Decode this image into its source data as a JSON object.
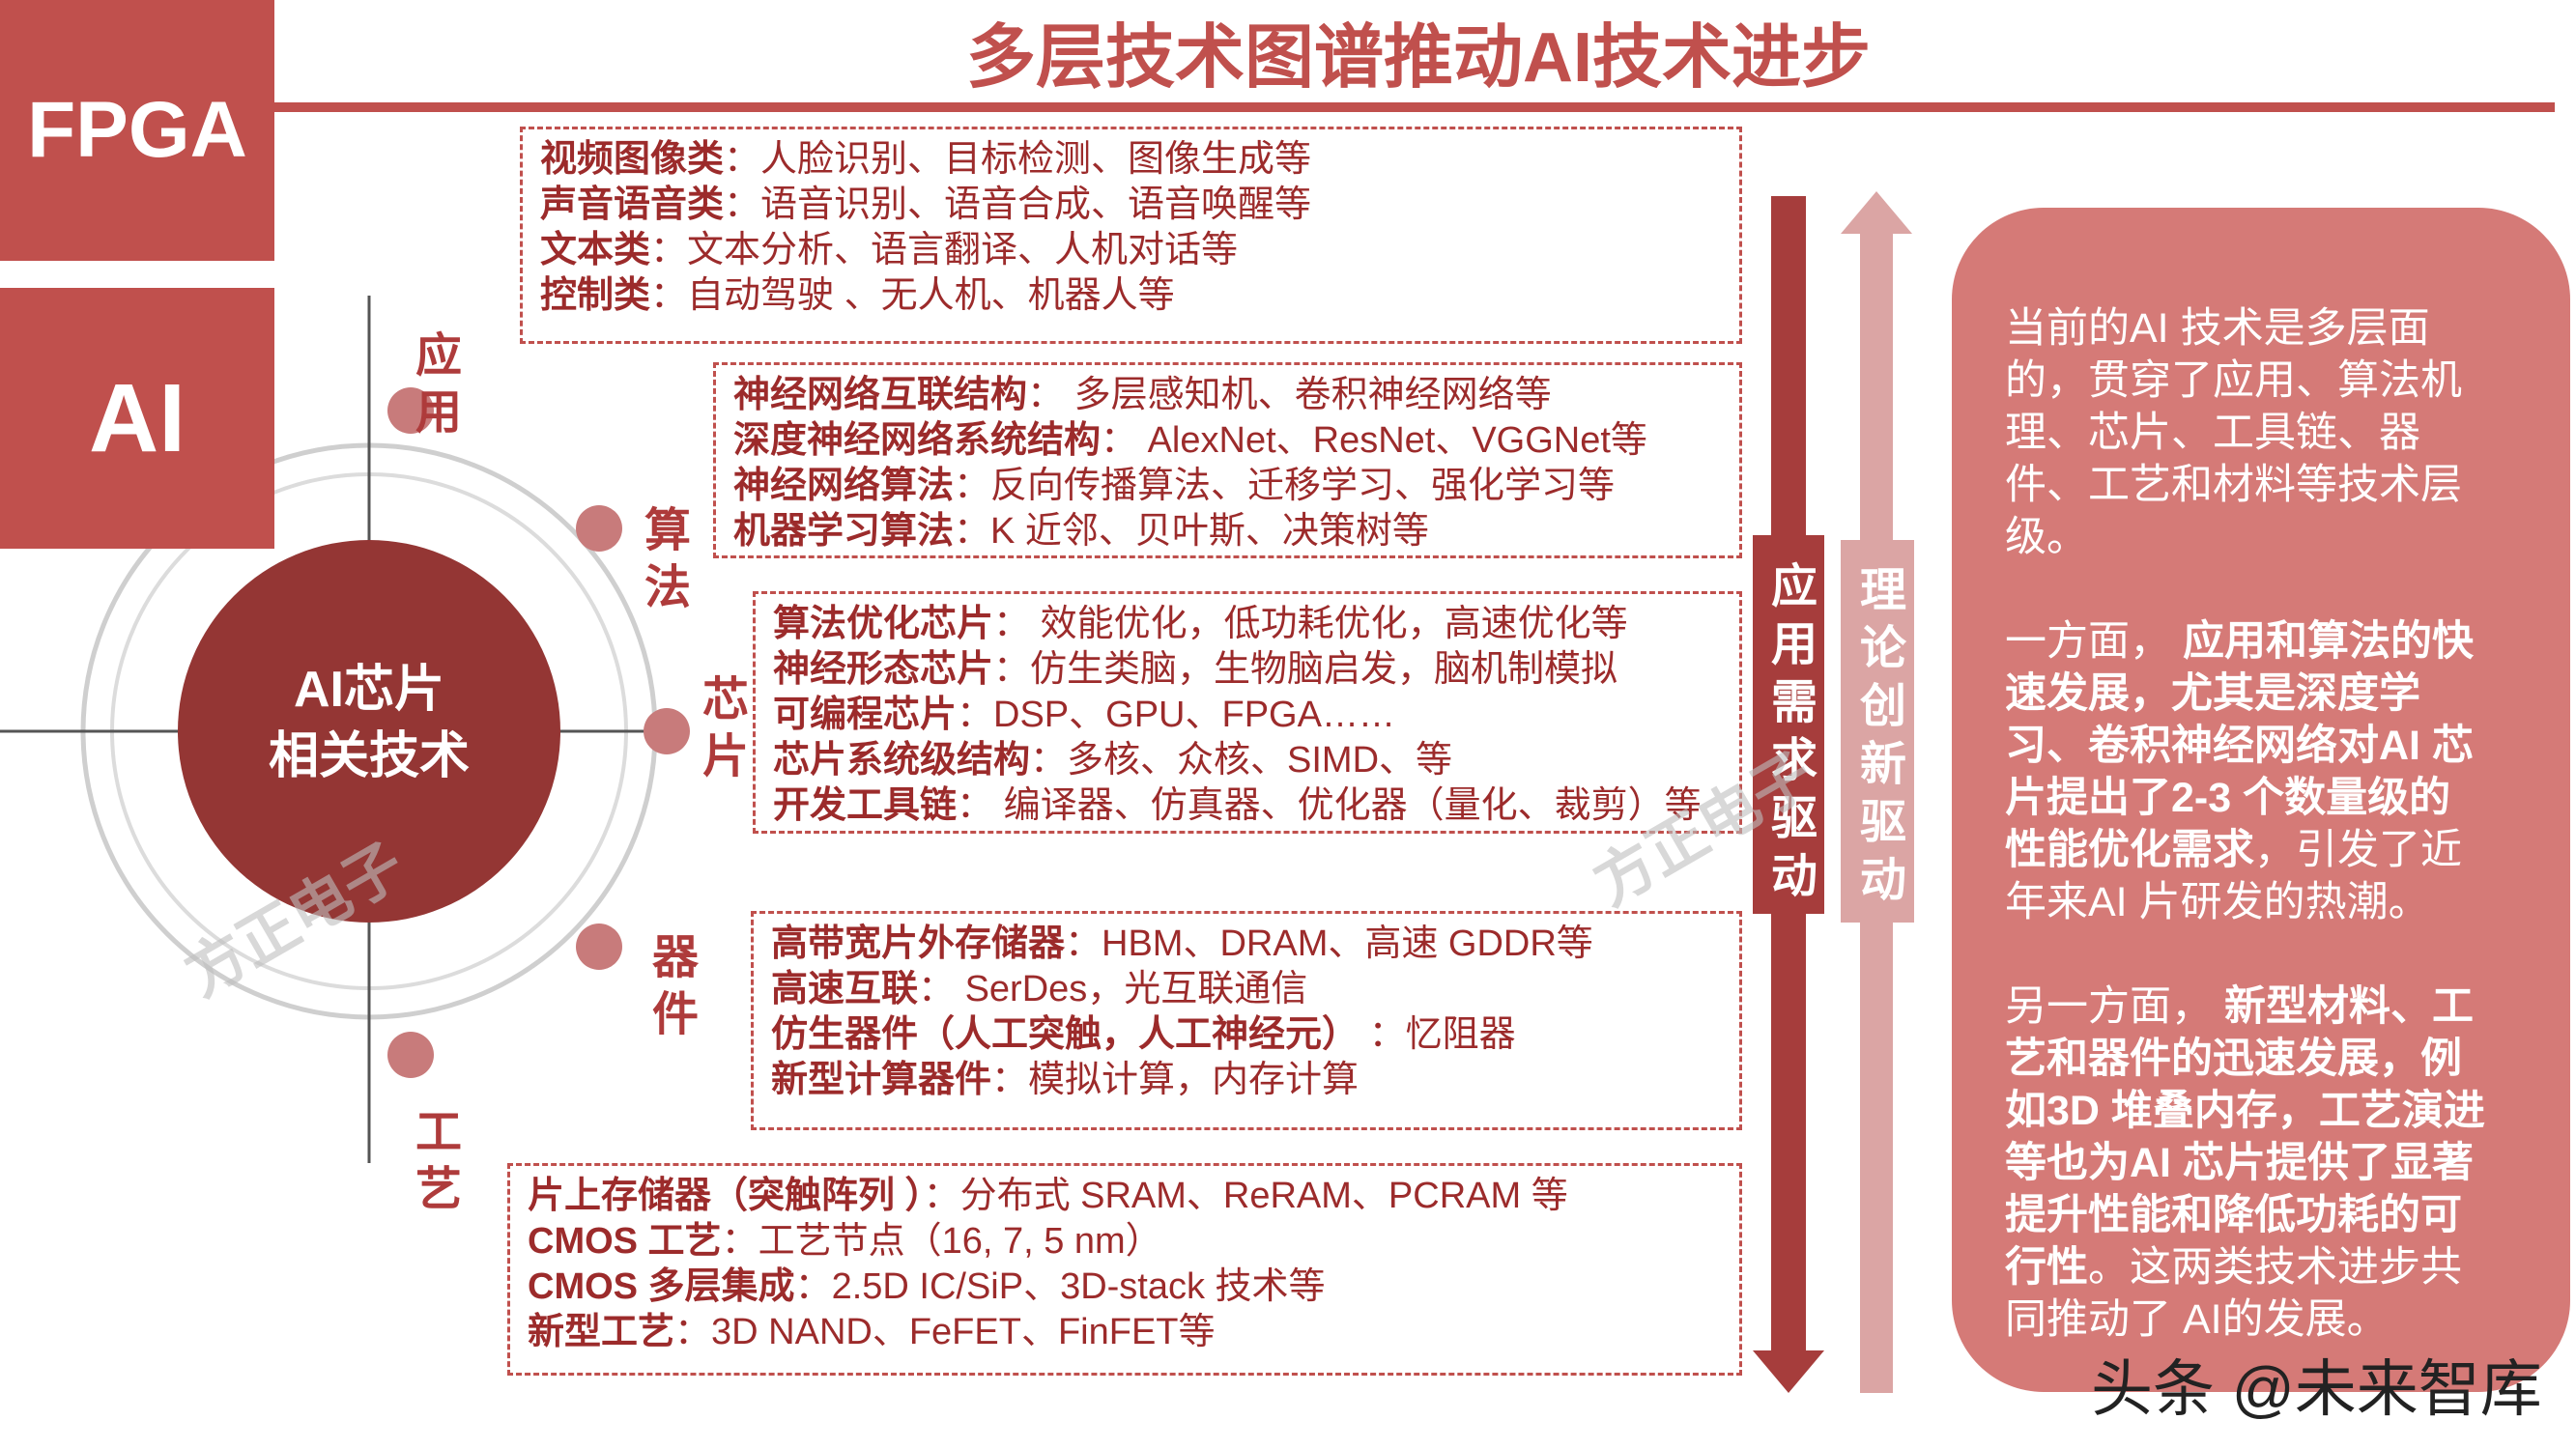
{
  "colors": {
    "primary": "#c0504d",
    "dark_circle": "#943634",
    "node_dot": "#c87b7b",
    "node_label": "#ae3b3b",
    "down_arrow": "#a63d3c",
    "up_arrow": "#dba5a4",
    "panel": "#d57a77",
    "text_red": "#9c2b2b"
  },
  "side_tabs": {
    "fpga": "FPGA",
    "ai": "AI"
  },
  "title": "多层技术图谱推动AI技术进步",
  "hub": {
    "line1": "AI芯片",
    "line2": "相关技术"
  },
  "layers": [
    {
      "label": "应用",
      "items": [
        {
          "term": "视频图像类",
          "desc": "：人脸识别、目标检测、图像生成等"
        },
        {
          "term": "声音语音类",
          "desc": "：语音识别、语音合成、语音唤醒等"
        },
        {
          "term": "文本类",
          "desc": "：文本分析、语言翻译、人机对话等"
        },
        {
          "term": "控制类",
          "desc": "：自动驾驶 、无人机、机器人等"
        }
      ]
    },
    {
      "label": "算法",
      "items": [
        {
          "term": "神经网络互联结构",
          "desc": "： 多层感知机、卷积神经网络等"
        },
        {
          "term": "深度神经网络系统结构",
          "desc": "： AlexNet、ResNet、VGGNet等"
        },
        {
          "term": "神经网络算法",
          "desc": "：反向传播算法、迁移学习、强化学习等"
        },
        {
          "term": "机器学习算法",
          "desc": "：K 近邻、贝叶斯、决策树等"
        }
      ]
    },
    {
      "label": "芯片",
      "items": [
        {
          "term": "算法优化芯片",
          "desc": "： 效能优化，低功耗优化，高速优化等"
        },
        {
          "term": "神经形态芯片",
          "desc": "：仿生类脑，生物脑启发，脑机制模拟"
        },
        {
          "term": "可编程芯片",
          "desc": "：DSP、GPU、FPGA……"
        },
        {
          "term": "芯片系统级结构",
          "desc": "：多核、众核、SIMD、等"
        },
        {
          "term": "开发工具链",
          "desc": "： 编译器、仿真器、优化器（量化、裁剪）等"
        }
      ]
    },
    {
      "label": "器件",
      "items": [
        {
          "term": "高带宽片外存储器",
          "desc": "：HBM、DRAM、高速 GDDR等"
        },
        {
          "term": "高速互联",
          "desc": "： SerDes，光互联通信"
        },
        {
          "term": "仿生器件（人工突触，人工神经元）",
          "desc": " ：忆阻器"
        },
        {
          "term": "新型计算器件",
          "desc": "：模拟计算，内存计算"
        }
      ]
    },
    {
      "label": "工艺",
      "items": [
        {
          "term": "片上存储器（突触阵列 ）",
          "desc": "：分布式 SRAM、ReRAM、PCRAM 等"
        },
        {
          "term": "CMOS 工艺",
          "desc": "：工艺节点（16, 7, 5 nm）"
        },
        {
          "term": "CMOS 多层集成",
          "desc": "：2.5D IC/SiP、3D-stack 技术等"
        },
        {
          "term": "新型工艺",
          "desc": "：3D NAND、FeFET、FinFET等"
        }
      ]
    }
  ],
  "arrows": {
    "down": "应用需求驱动",
    "up": "理论创新驱动"
  },
  "panel": {
    "paragraphs": [
      [
        [
          {
            "t": "当前的AI 技术是多层面",
            "b": false
          }
        ],
        [
          {
            "t": "的，贯穿了应用、算法机",
            "b": false
          }
        ],
        [
          {
            "t": "理、芯片、工具链、器",
            "b": false
          }
        ],
        [
          {
            "t": "件、工艺和材料等技术层",
            "b": false
          }
        ],
        [
          {
            "t": "级。",
            "b": false
          }
        ]
      ],
      [
        [
          {
            "t": "一方面，",
            "b": false
          },
          {
            "t": " 应用和算法的快",
            "b": true
          }
        ],
        [
          {
            "t": "速发展，尤其是深度学",
            "b": true
          }
        ],
        [
          {
            "t": "习、卷积神经网络对AI 芯",
            "b": true
          }
        ],
        [
          {
            "t": "片提出了2-3 个数量级的",
            "b": true
          }
        ],
        [
          {
            "t": "性能优化需求",
            "b": true
          },
          {
            "t": "，引发了近",
            "b": false
          }
        ],
        [
          {
            "t": "年来AI 片研发的热潮。",
            "b": false
          }
        ]
      ],
      [
        [
          {
            "t": "另一方面，",
            "b": false
          },
          {
            "t": " 新型材料、工",
            "b": true
          }
        ],
        [
          {
            "t": "艺和器件的迅速发展，例",
            "b": true
          }
        ],
        [
          {
            "t": "如3D 堆叠内存，工艺演进",
            "b": true
          }
        ],
        [
          {
            "t": "等也为AI 芯片提供了显著",
            "b": true
          }
        ],
        [
          {
            "t": "提升性能和降低功耗的可",
            "b": true
          }
        ],
        [
          {
            "t": "行性",
            "b": true
          },
          {
            "t": "。这两类技术进步共",
            "b": false
          }
        ],
        [
          {
            "t": "同推动了 AI的发展。",
            "b": false
          }
        ]
      ]
    ]
  },
  "watermarks": [
    "方正电子",
    "方正电子"
  ],
  "footer": "头条 @未来智库"
}
